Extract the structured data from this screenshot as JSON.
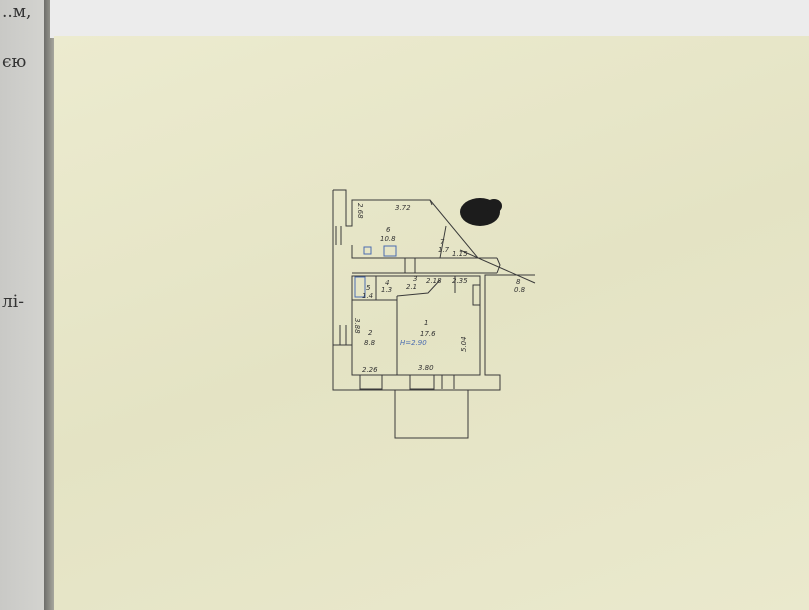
{
  "side_page": {
    "lines": [
      "..м,",
      "єю",
      "лі-"
    ]
  },
  "floor_plan": {
    "rooms": [
      {
        "number": "6",
        "area": "10.8"
      },
      {
        "number": "7",
        "area": "1.7"
      },
      {
        "number": "8",
        "area": "0.8"
      },
      {
        "number": "5",
        "area": "1.4"
      },
      {
        "number": "4",
        "area": "1.3"
      },
      {
        "number": "3",
        "area": "2.1"
      },
      {
        "number": "2",
        "area": "8.8"
      },
      {
        "number": "1",
        "area": "17.6"
      }
    ],
    "dimensions": [
      "2.68",
      "3.72",
      "1.15",
      "2.18",
      "2.35",
      "3.88",
      "2.26",
      "3.80",
      "5.04"
    ],
    "ceiling_height": "H=2.90"
  },
  "colors": {
    "paper": "#e8e7c9",
    "ink": "#3a3a3a",
    "stamp_blue": "#4a6cb0"
  }
}
